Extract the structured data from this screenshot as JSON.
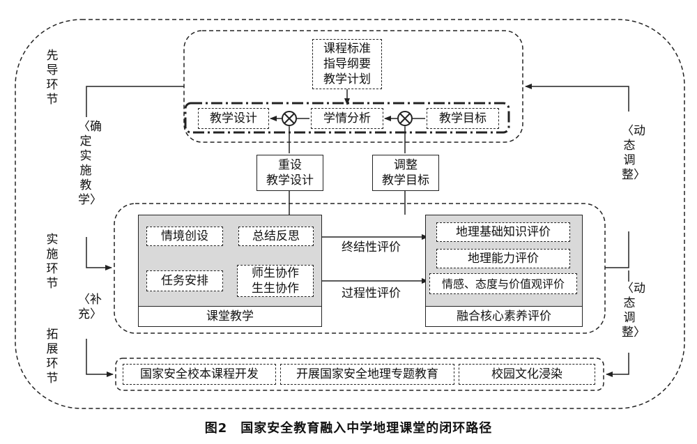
{
  "side_labels": {
    "lead": "先导环节",
    "implement": "实施环节",
    "extend": "拓展环节",
    "confirm": "〈确定实施教学〉",
    "dynamic_top": "〈动态调整〉",
    "supplement": "〈补充〉",
    "dynamic_bottom": "〈动态调整〉"
  },
  "top": {
    "standards": [
      "课程标准",
      "指导纲要",
      "教学计划"
    ],
    "design": "教学设计",
    "analysis": "学情分析",
    "goal": "教学目标",
    "operator_symbol": "⊗"
  },
  "middle": {
    "reset": [
      "重设",
      "教学设计"
    ],
    "adjust": [
      "调整",
      "教学目标"
    ]
  },
  "classroom": {
    "title": "课堂教学",
    "situation": "情境创设",
    "summary": "总结反思",
    "task": "任务安排",
    "collab": [
      "师生协作",
      "生生协作"
    ]
  },
  "arrows": {
    "summative": "终结性评价",
    "process": "过程性评价"
  },
  "evaluation": {
    "title": "融合核心素养评价",
    "items": [
      "地理基础知识评价",
      "地理能力评价",
      "情感、态度与价值观评价"
    ]
  },
  "bottom": {
    "items": [
      "国家安全校本课程开发",
      "开展国家安全地理专题教育",
      "校园文化浸染"
    ]
  },
  "caption": "图2　国家安全教育融入中学地理课堂的闭环路径"
}
